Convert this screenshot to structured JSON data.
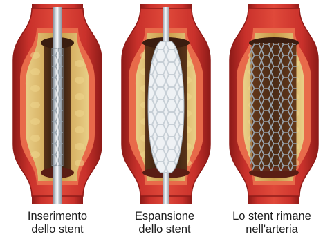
{
  "colors": {
    "artery_wall": "#c9312b",
    "artery_wall_dark": "#8e1b18",
    "artery_inner_edge": "#e86a4a",
    "plaque": "#d8b25a",
    "plaque_light": "#eed58d",
    "lumen": "#2a1a0f",
    "stent_metal": "#b9c3cc",
    "balloon": "#eef1f4"
  },
  "panels": [
    {
      "id": "insertion",
      "stent_state": "collapsed",
      "caption_lines": [
        "Inserimento",
        "dello stent"
      ]
    },
    {
      "id": "expansion",
      "stent_state": "expanding",
      "caption_lines": [
        "Espansione",
        "dello stent"
      ]
    },
    {
      "id": "remains",
      "stent_state": "deployed",
      "caption_lines": [
        "Lo stent rimane",
        "nell'arteria"
      ]
    }
  ]
}
